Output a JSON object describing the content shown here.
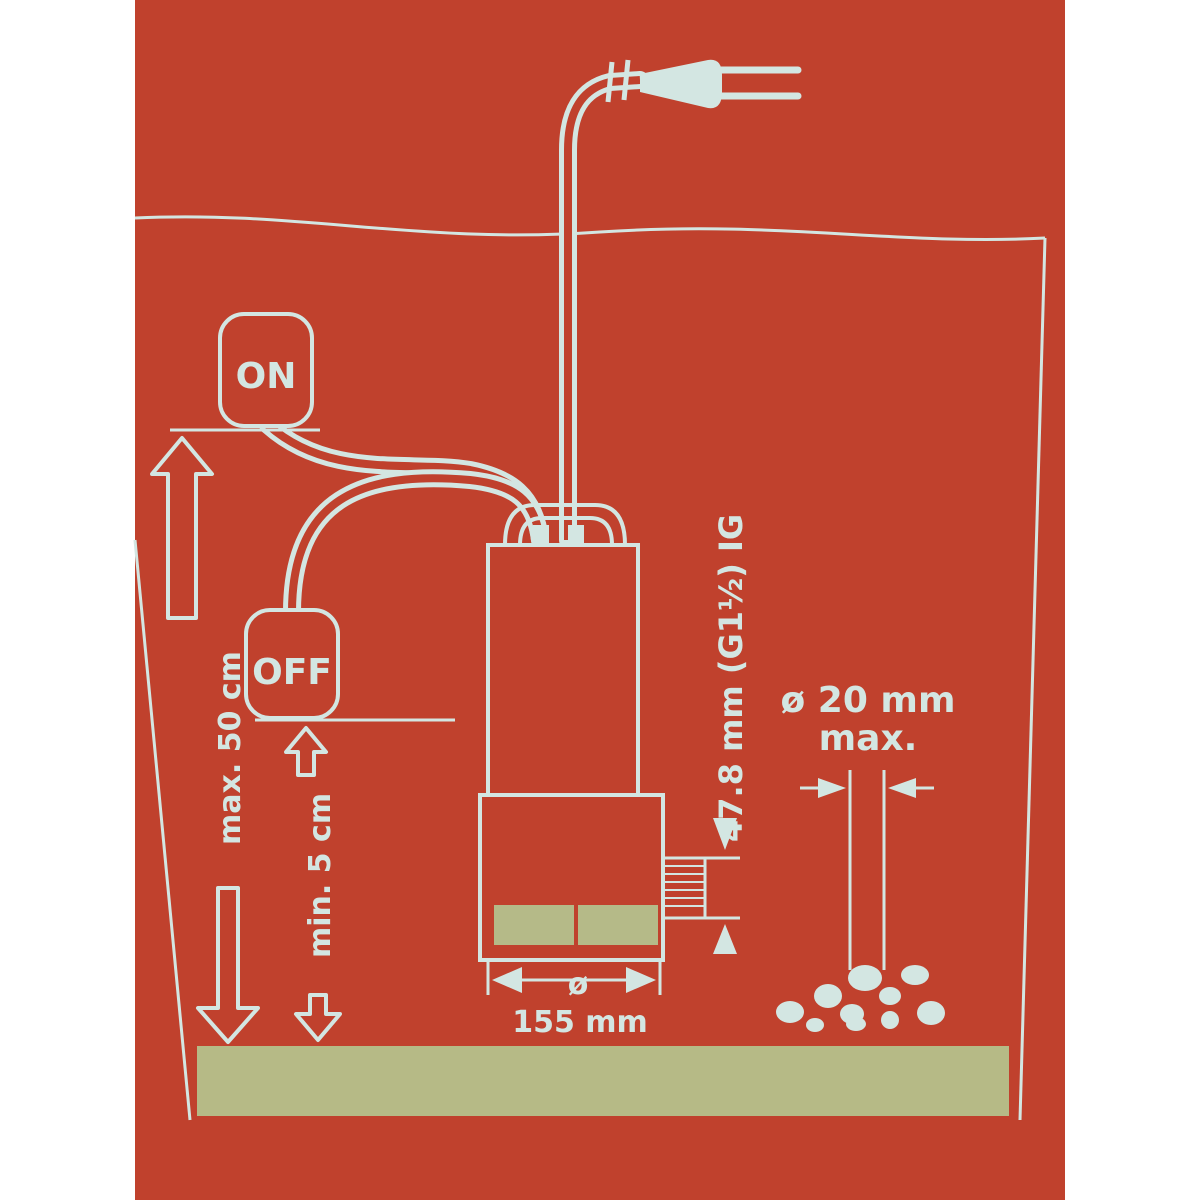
{
  "diagram": {
    "float_on_label": "ON",
    "float_off_label": "OFF",
    "max_level_label": "max. 50 cm",
    "min_level_label": "min. 5 cm",
    "outlet_label": "47.8 mm (G1½) IG",
    "diameter_symbol": "ø",
    "diameter_value": "155 mm",
    "particle_size_label": "ø 20 mm",
    "particle_size_note": "max."
  },
  "colors": {
    "background": "#c0412d",
    "line": "#d3e6e2",
    "floor": "#b6ba86",
    "feet": "#b5ba88"
  }
}
